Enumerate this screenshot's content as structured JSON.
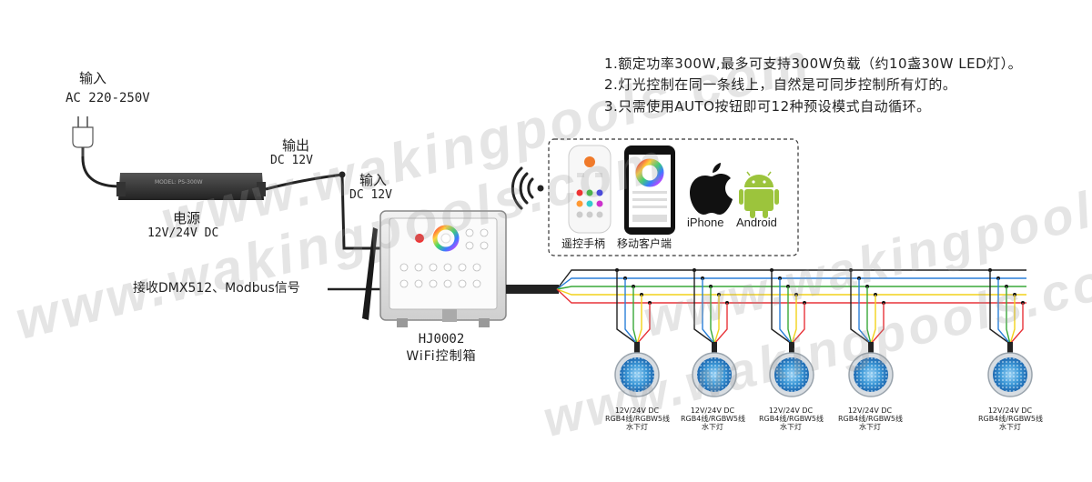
{
  "notes": [
    "1.额定功率300W,最多可支持300W负载（约10盏30W LED灯）。",
    "2.灯光控制在同一条线上，自然是可同步控制所有灯的。",
    "3.只需使用AUTO按钮即可12种预设模式自动循环。"
  ],
  "input_ac": {
    "title": "输入",
    "voltage": "AC 220-250V"
  },
  "power_supply": {
    "title": "电源",
    "spec": "12V/24V DC"
  },
  "output_dc": {
    "title": "输出",
    "voltage": "DC 12V"
  },
  "input_dc": {
    "title": "输入",
    "voltage": "DC 12V"
  },
  "signal": {
    "label": "接收DMX512、Modbus信号"
  },
  "controller": {
    "model": "HJ0002",
    "name": "WiFi控制箱"
  },
  "panel": {
    "remote_label": "遥控手柄",
    "mobile_label": "移动客户端",
    "iphone_label": "iPhone",
    "android_label": "Android"
  },
  "lights": [
    {
      "voltage": "12V/24V DC",
      "wiring": "RGB4线/RGBW5线",
      "type": "水下灯"
    },
    {
      "voltage": "12V/24V DC",
      "wiring": "RGB4线/RGBW5线",
      "type": "水下灯"
    },
    {
      "voltage": "12V/24V DC",
      "wiring": "RGB4线/RGBW5线",
      "type": "水下灯"
    },
    {
      "voltage": "12V/24V DC",
      "wiring": "RGB4线/RGBW5线",
      "type": "水下灯"
    },
    {
      "voltage": "12V/24V DC",
      "wiring": "RGB4线/RGBW5线",
      "type": "水下灯"
    }
  ],
  "watermarks": [
    "www.wakingpools.com",
    "www.wakingpools.com",
    "www.wakingpools.com",
    "www.wakingpools.com"
  ],
  "colors": {
    "wire_red": "#e8343a",
    "wire_green": "#38a838",
    "wire_blue": "#2a7fd8",
    "wire_yellow": "#f2d21a",
    "wire_black": "#222222",
    "light_blue": "#4aa6e0",
    "android_green": "#9cc43c"
  }
}
